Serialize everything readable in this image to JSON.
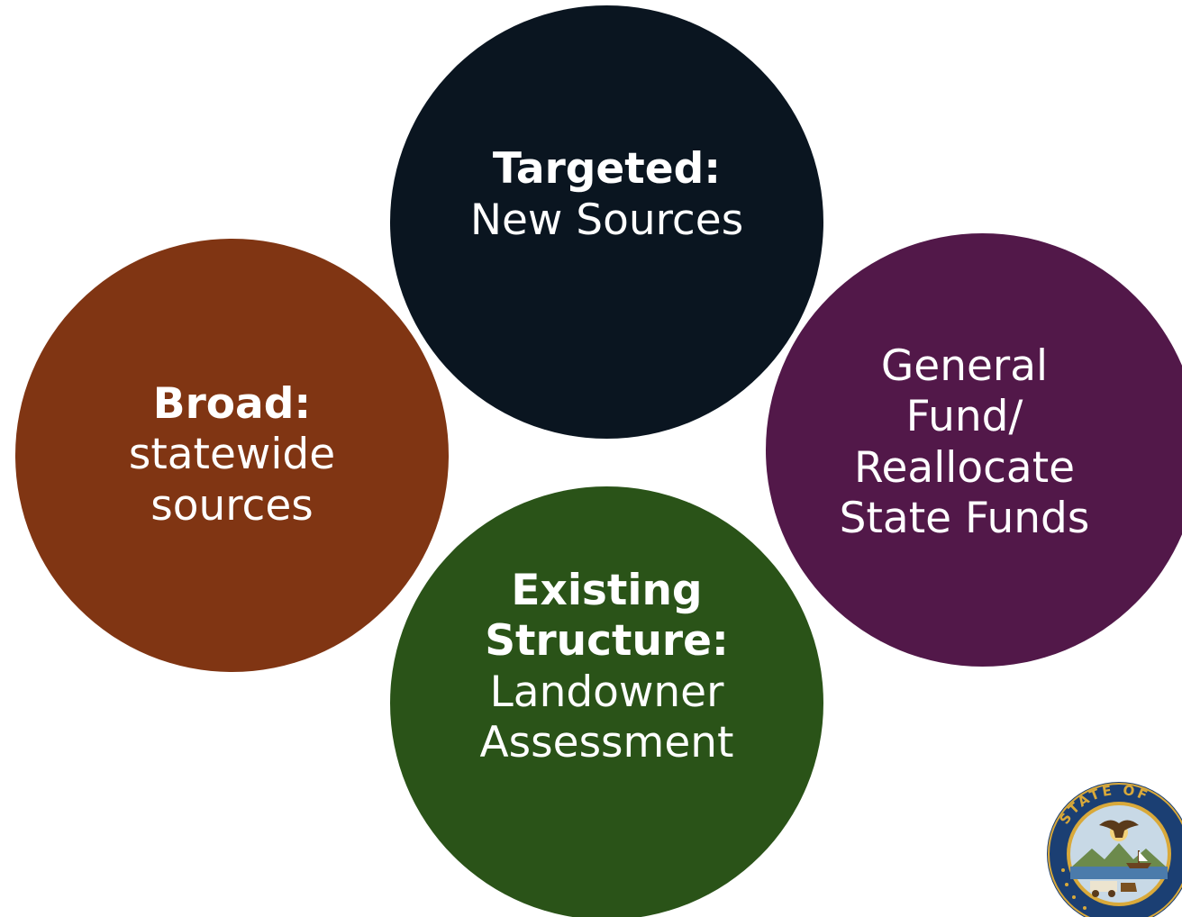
{
  "circles": {
    "targeted": {
      "bold": "Targeted:",
      "lines": [
        "New Sources"
      ],
      "color": "#0a1520"
    },
    "broad": {
      "bold": "Broad:",
      "lines": [
        "statewide",
        "sources"
      ],
      "color": "#803513"
    },
    "general": {
      "bold": "",
      "lines": [
        "General",
        "Fund/",
        "Reallocate",
        "State Funds"
      ],
      "color": "#521849"
    },
    "existing": {
      "bold_lines": [
        "Existing",
        "Structure:"
      ],
      "lines": [
        "Landowner",
        "Assessment"
      ],
      "color": "#2a5318"
    }
  },
  "seal": {
    "ring_text": "STATE OF",
    "icon": "state-seal-icon"
  }
}
